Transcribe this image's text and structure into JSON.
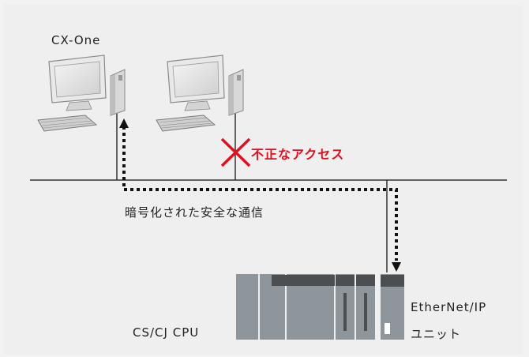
{
  "labels": {
    "software_name": "CX-One",
    "unauthorized": "不正なアクセス",
    "secure_comm": "暗号化された安全な通信",
    "cpu_name": "CS/CJ CPU",
    "unit_line1": "EtherNet/IP",
    "unit_line2": "ユニット"
  },
  "colors": {
    "background": "#efefef",
    "network_line": "#333333",
    "dotted_path": "#111111",
    "alert": "#e0101e",
    "plc_gray": "#8e969b",
    "plc_dark": "#4c4f52"
  }
}
